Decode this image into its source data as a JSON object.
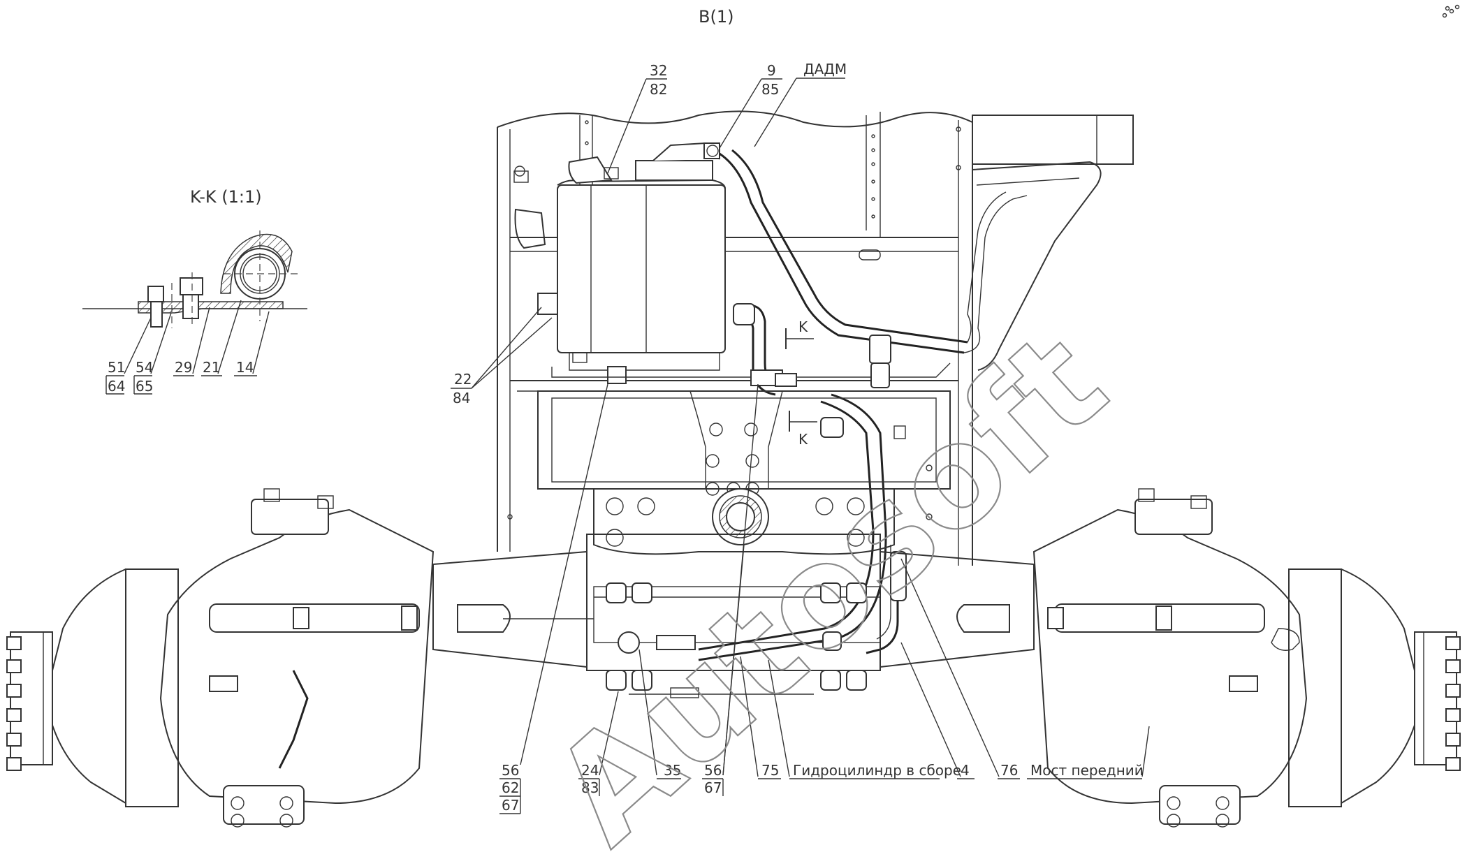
{
  "view_title": "B(1)",
  "section_title": "K-K (1:1)",
  "watermark": "Autosoft",
  "section_marks": {
    "upper": "K",
    "lower": "K"
  },
  "callouts": {
    "c_32_82": {
      "top": "32",
      "bottom": "82"
    },
    "c_9_85": {
      "top": "9",
      "bottom": "85"
    },
    "c_dadm": "ДАДМ",
    "c_22_84": {
      "top": "22",
      "bottom": "84"
    },
    "c_51_64": {
      "top": "51",
      "bottom": "64"
    },
    "c_54_65": {
      "top": "54",
      "bottom": "65"
    },
    "c_29": "29",
    "c_21": "21",
    "c_14": "14",
    "c_56_62_67": {
      "a": "56",
      "b": "62",
      "c": "67"
    },
    "c_24_83": {
      "top": "24",
      "bottom": "83"
    },
    "c_35": "35",
    "c_56_67": {
      "top": "56",
      "bottom": "67"
    },
    "c_75": "75",
    "c_hydro": "Гидроцилиндр в сборе",
    "c_4": "4",
    "c_76": "76",
    "c_bridge": "Мост передний"
  }
}
